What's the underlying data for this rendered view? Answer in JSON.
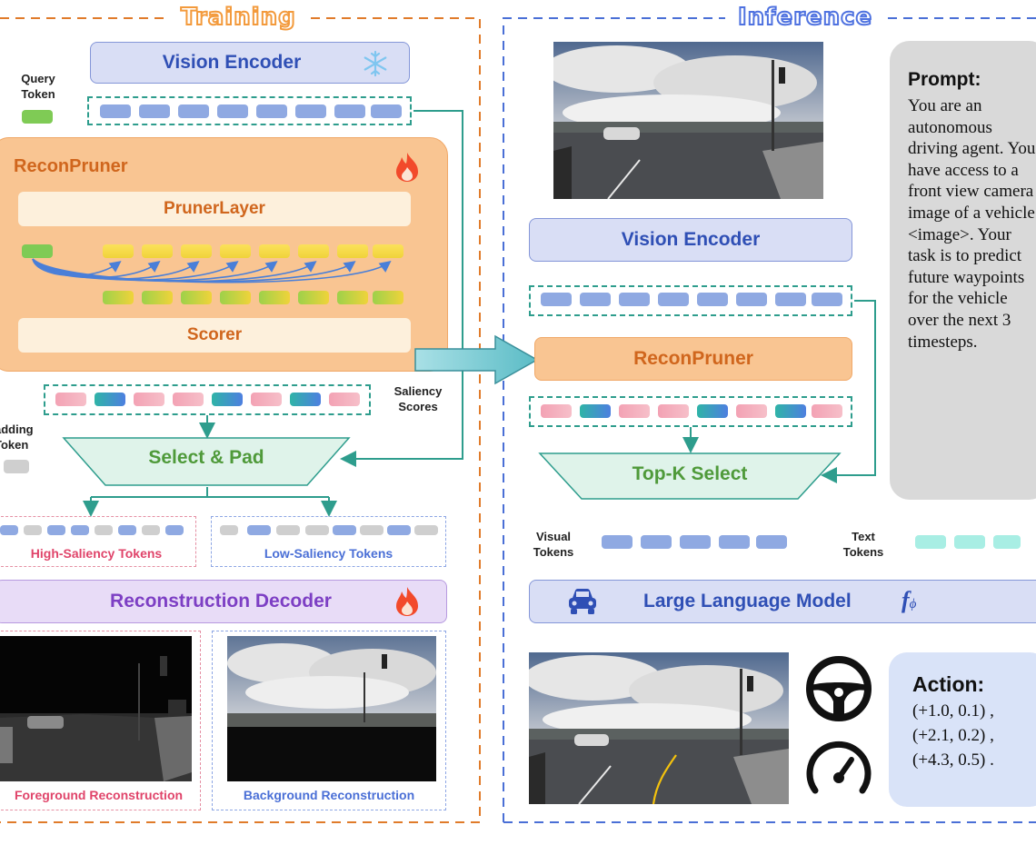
{
  "training": {
    "title": "Training",
    "vision_encoder": "Vision Encoder",
    "query_token": "Query\nToken",
    "recon_pruner": "ReconPruner",
    "pruner_layer": "PrunerLayer",
    "scorer": "Scorer",
    "saliency_scores": "Saliency\nScores",
    "padding_token": "adding\nToken",
    "select_pad": "Select & Pad",
    "high_saliency": "High-Saliency Tokens",
    "low_saliency": "Low-Saliency Tokens",
    "recon_decoder": "Reconstruction Decoder",
    "foreground": "Foreground Reconstruction",
    "background": "Background Reconstruction"
  },
  "inference": {
    "title": "Inference",
    "vision_encoder": "Vision Encoder",
    "recon_pruner": "ReconPruner",
    "topk": "Top-K Select",
    "visual_tokens": "Visual\nTokens",
    "text_tokens": "Text\nTokens",
    "llm": "Large Language Model",
    "llm_symbol": "f",
    "llm_sub": "ϕ",
    "prompt_title": "Prompt:",
    "prompt_body": "You are an autonomous driving agent. You have access to a front view camera image of a vehicle <image>. Your task is to predict future waypoints for the vehicle over the next 3 timesteps.",
    "action_title": "Action:",
    "action_lines": [
      "(+1.0, 0.1) ,",
      "(+2.1, 0.2) ,",
      "(+4.3, 0.5) ."
    ]
  },
  "colors": {
    "training_border": "#e07b2a",
    "inference_border": "#4a6fd6",
    "training_title": "#f39a3c",
    "inference_title": "#4f72e0",
    "teal_line": "#2e9d8d",
    "orange_panel": "#f9c592",
    "purple_box": "#e8dcf7"
  },
  "icons": [
    "snowflake-icon",
    "flame-icon",
    "car-icon",
    "steering-wheel-icon",
    "speedometer-icon"
  ]
}
